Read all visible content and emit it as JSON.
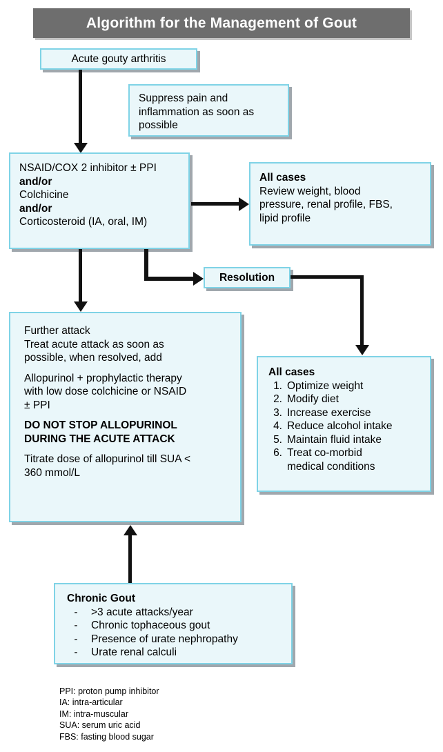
{
  "title": "Algorithm for the Management of Gout",
  "boxes": {
    "acute": {
      "lines": [
        {
          "text": "Acute gouty arthritis",
          "bold": false
        }
      ]
    },
    "suppress": {
      "lines": [
        {
          "text": "Suppress pain and",
          "bold": false
        },
        {
          "text": "inflammation as soon as",
          "bold": false
        },
        {
          "text": "possible",
          "bold": false
        }
      ]
    },
    "treatment": {
      "lines": [
        {
          "text": "NSAID/COX 2 inhibitor ± PPI",
          "bold": false
        },
        {
          "text": "and/or",
          "bold": true
        },
        {
          "text": "Colchicine",
          "bold": false
        },
        {
          "text": "and/or",
          "bold": true
        },
        {
          "text": "Corticosteroid (IA, oral, IM)",
          "bold": false
        }
      ]
    },
    "all_cases_review": {
      "heading": "All cases",
      "lines": [
        {
          "text": "Review weight, blood",
          "bold": false
        },
        {
          "text": "pressure, renal profile, FBS,",
          "bold": false
        },
        {
          "text": "lipid profile",
          "bold": false
        }
      ]
    },
    "resolution": {
      "lines": [
        {
          "text": "Resolution",
          "bold": true
        }
      ]
    },
    "further_attack": {
      "lines": [
        {
          "text": "Further attack",
          "bold": false
        },
        {
          "text": "Treat acute attack as soon as",
          "bold": false
        },
        {
          "text": "possible, when resolved, add",
          "bold": false
        },
        {
          "text": "",
          "bold": false
        },
        {
          "text": "Allopurinol + prophylactic therapy",
          "bold": false
        },
        {
          "text": "with low dose colchicine or NSAID",
          "bold": false
        },
        {
          "text": "± PPI",
          "bold": false
        },
        {
          "text": "",
          "bold": false
        },
        {
          "text": "DO NOT STOP ALLOPURINOL",
          "bold": true
        },
        {
          "text": "DURING THE ACUTE ATTACK",
          "bold": true
        },
        {
          "text": "",
          "bold": false
        },
        {
          "text": "Titrate dose of allopurinol till SUA <",
          "bold": false
        },
        {
          "text": "360 mmol/L",
          "bold": false
        }
      ]
    },
    "all_cases_lifestyle": {
      "heading": "All cases",
      "items": [
        {
          "marker": "1.",
          "text": "Optimize weight"
        },
        {
          "marker": "2.",
          "text": "Modify diet"
        },
        {
          "marker": "3.",
          "text": "Increase exercise"
        },
        {
          "marker": "4.",
          "text": "Reduce alcohol intake"
        },
        {
          "marker": "5.",
          "text": "Maintain fluid intake"
        },
        {
          "marker": "6.",
          "text": "Treat co-morbid\nmedical conditions"
        }
      ]
    },
    "chronic_gout": {
      "heading": "Chronic Gout",
      "items": [
        {
          "marker": "-",
          "text": ">3 acute attacks/year"
        },
        {
          "marker": "-",
          "text": "Chronic tophaceous gout"
        },
        {
          "marker": "-",
          "text": "Presence of urate nephropathy"
        },
        {
          "marker": "-",
          "text": "Urate renal calculi"
        }
      ]
    }
  },
  "legend": [
    "PPI: proton pump inhibitor",
    "IA: intra-articular",
    "IM: intra-muscular",
    "SUA: serum uric acid",
    "FBS: fasting blood sugar"
  ],
  "colors": {
    "title_bar": "#6e6e6e",
    "box_fill": "#eaf7fa",
    "box_border": "#7fd3e6",
    "connector": "#111111",
    "shadow": "#808a91"
  }
}
